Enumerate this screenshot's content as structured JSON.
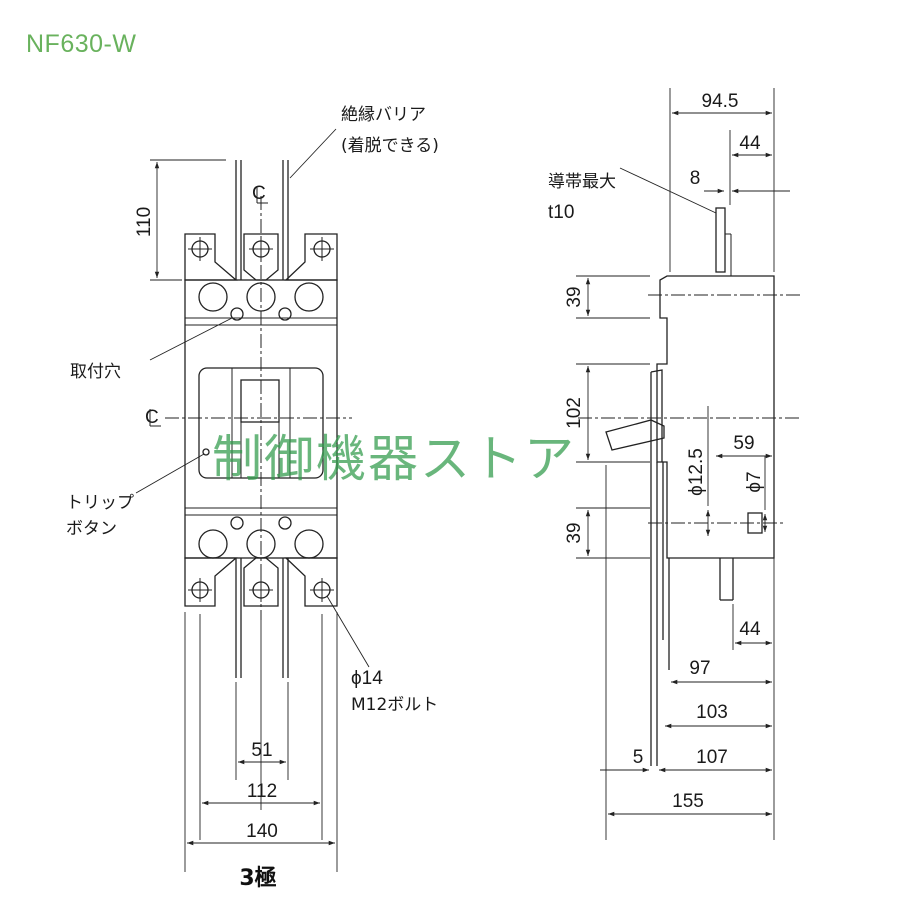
{
  "model": "NF630-W",
  "watermark": "制御機器ストア",
  "front_view": {
    "poles_label": "3極",
    "centerline_symbol": "CL",
    "labels": {
      "barrier_line1": "絶縁バリア",
      "barrier_line2": "(着脱できる)",
      "mounting_hole": "取付穴",
      "trip_line1": "トリップ",
      "trip_line2": "ボタン",
      "bolt_line1": "ϕ14",
      "bolt_line2": "M12ボルト"
    },
    "dims": {
      "d110": "110",
      "d51": "51",
      "d112": "112",
      "d140": "140"
    }
  },
  "side_view": {
    "labels": {
      "conductor_line1": "導帯最大",
      "conductor_line2": "t10"
    },
    "dims": {
      "d94_5": "94.5",
      "d44_top": "44",
      "d8": "8",
      "d39_top": "39",
      "d102": "102",
      "d39_bot": "39",
      "d12_5": "ϕ12.5",
      "d7": "ϕ7",
      "d59": "59",
      "d44_bot": "44",
      "d97": "97",
      "d103": "103",
      "d5": "5",
      "d107": "107",
      "d155": "155"
    }
  }
}
